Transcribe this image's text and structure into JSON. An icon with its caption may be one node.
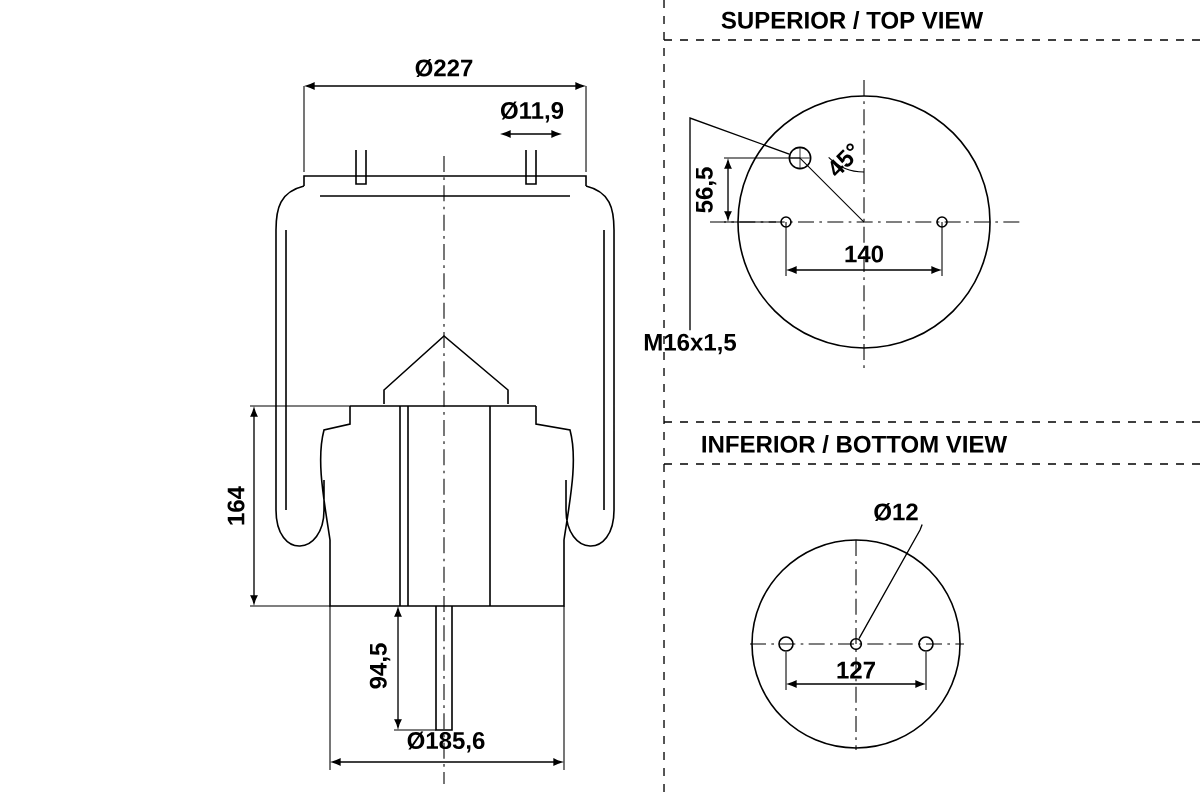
{
  "diagram": {
    "nodes": [
      {
        "text": [
          "M16x1,5"
        ]
      },
      {
        "text": [],
        "shape": "circle"
      },
      {
        "text": [
          "Ø12"
        ]
      },
      {
        "text": [],
        "shape": "circle"
      }
    ],
    "edges": [
      {
        "from": 0,
        "to": 1,
        "arrow": "none"
      },
      {
        "from": 2,
        "to": 3,
        "arrow": "none"
      }
    ],
    "labels": [
      "Ø227",
      "Ø11,9",
      "164",
      "94,5",
      "Ø185,6",
      "SUPERIOR / TOP VIEW",
      "56,5",
      "45°",
      "140",
      "INFERIOR / BOTTOM VIEW",
      "127"
    ]
  }
}
